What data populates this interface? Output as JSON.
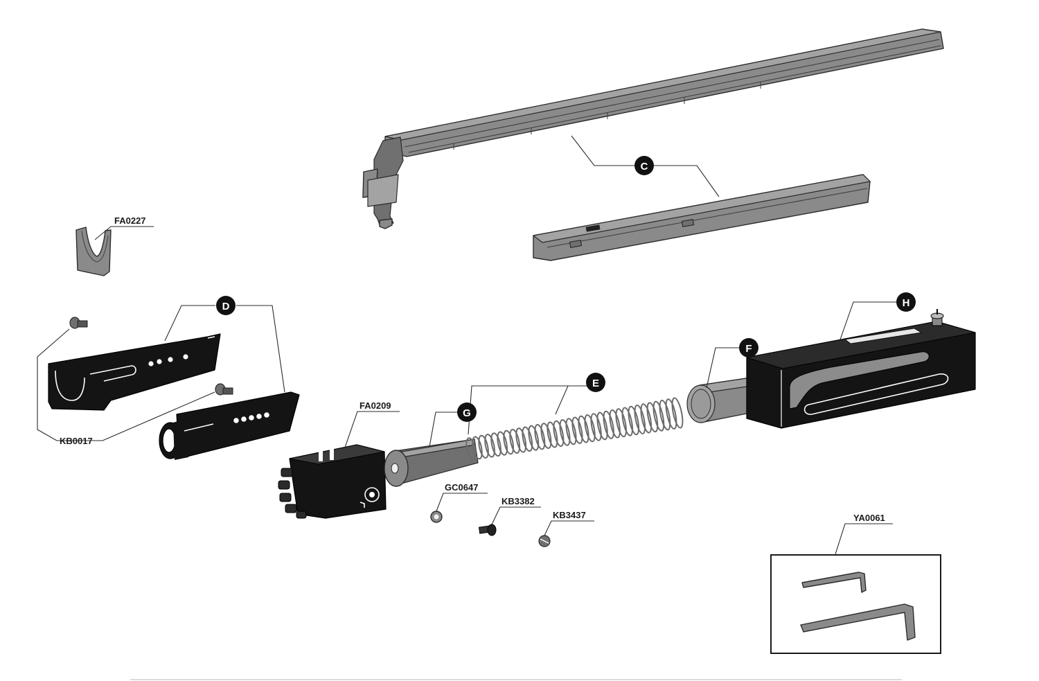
{
  "parts": [
    {
      "id": "C",
      "kind": "badge"
    },
    {
      "id": "D",
      "kind": "badge"
    },
    {
      "id": "E",
      "kind": "badge"
    },
    {
      "id": "F",
      "kind": "badge"
    },
    {
      "id": "G",
      "kind": "badge"
    },
    {
      "id": "H",
      "kind": "badge"
    }
  ],
  "codes": {
    "fa0227": "FA0227",
    "kb0017": "KB0017",
    "fa0209": "FA0209",
    "gc0647": "GC0647",
    "kb3382": "KB3382",
    "kb3437": "KB3437",
    "ya0061": "YA0061"
  },
  "colors": {
    "rail_grey": "#8a8a8a",
    "bracket_black": "#141414",
    "badge_black": "#111111",
    "background": "#ffffff"
  }
}
